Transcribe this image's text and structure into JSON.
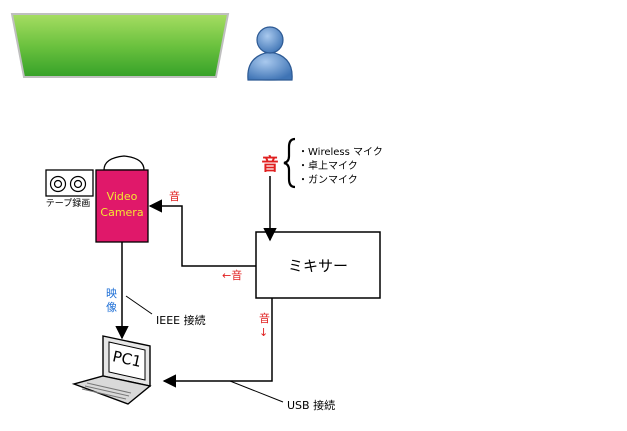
{
  "audio_sources": {
    "label": "音",
    "items": [
      "・Wireless マイク",
      "・卓上マイク",
      "・ガンマイク"
    ]
  },
  "tape_recorder": {
    "label": "テープ録画"
  },
  "video_camera": {
    "line1": "Video",
    "line2": "Camera"
  },
  "mixer": {
    "label": "ミキサー"
  },
  "pc": {
    "label": "PC1"
  },
  "connections": {
    "camera_audio": "音",
    "mixer_audio_left": "←音",
    "mixer_audio_down_char": "音",
    "mixer_audio_down_arrow": "↓",
    "video_line1": "映",
    "video_line2": "像",
    "ieee": "IEEE 接続",
    "usb": "USB 接続"
  },
  "colors": {
    "stage_top": "#8fd14f",
    "stage_bottom": "#3fa52a",
    "camera_fill": "#e0186a",
    "camera_text": "#f4e832",
    "audio_red": "#e02020",
    "video_blue": "#1e6fd6",
    "person_blue": "#4f86c6"
  },
  "icons": [
    "stage-icon",
    "person-icon",
    "tape-recorder-icon",
    "laptop-icon"
  ]
}
